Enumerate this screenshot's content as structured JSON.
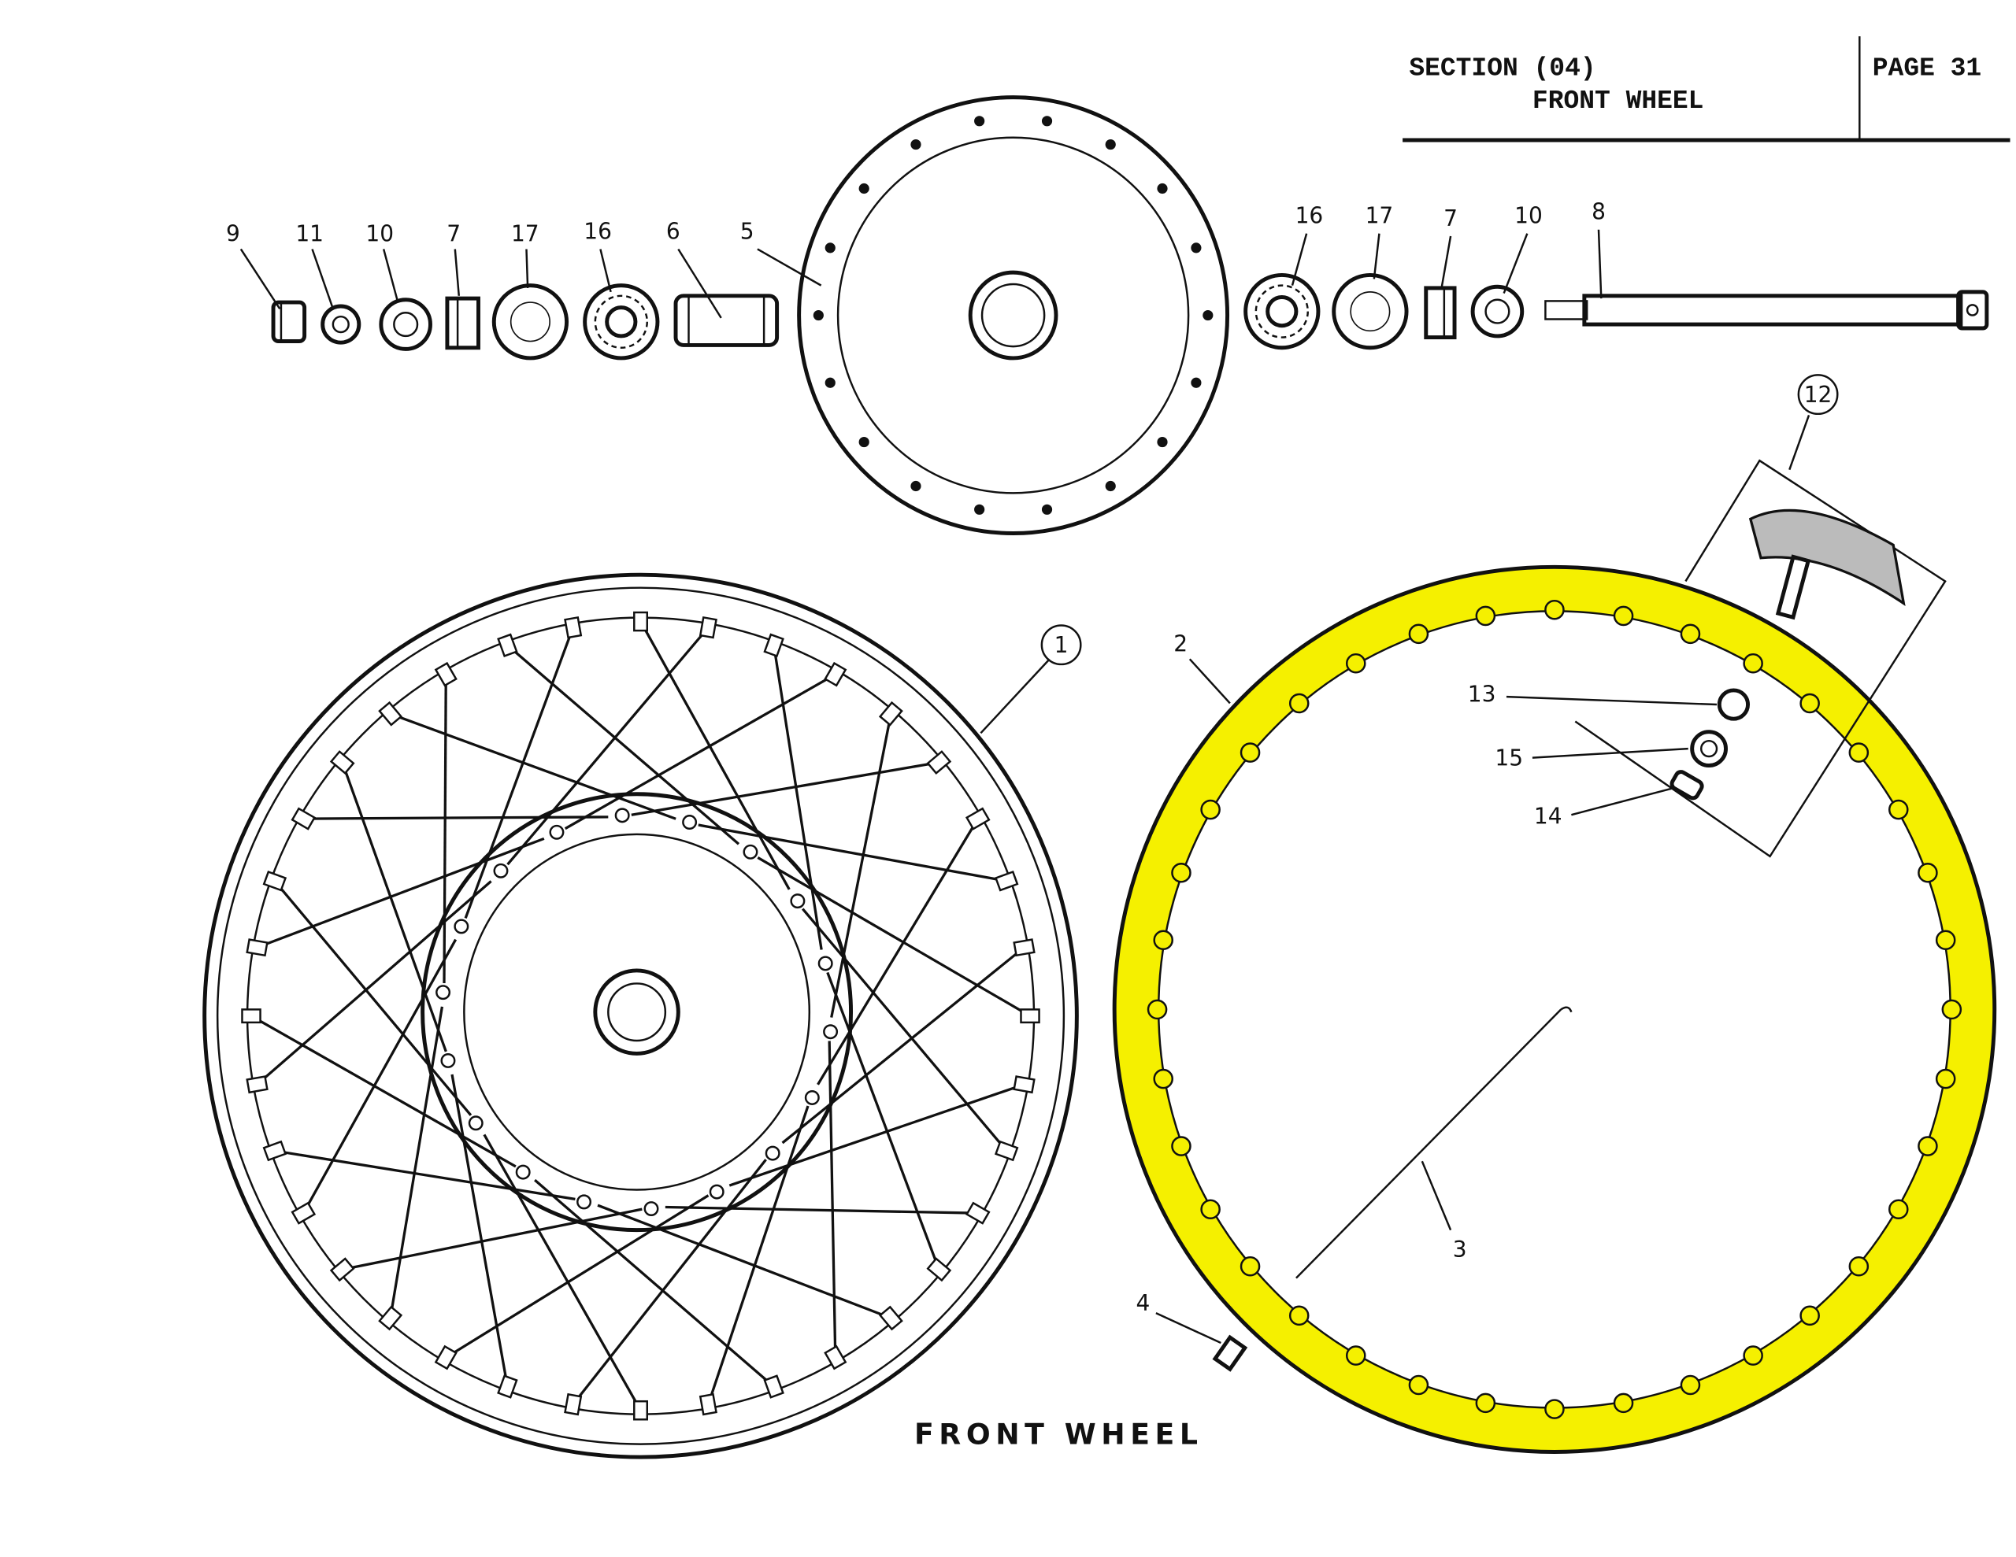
{
  "header": {
    "section": "SECTION (04)",
    "subtitle": "FRONT WHEEL",
    "page": "PAGE 31"
  },
  "caption": "FRONT WHEEL",
  "callouts": {
    "c9": "9",
    "c11": "11",
    "c10a": "10",
    "c7a": "7",
    "c17a": "17",
    "c16a": "16",
    "c6": "6",
    "c5": "5",
    "c16b": "16",
    "c17b": "17",
    "c7b": "7",
    "c10b": "10",
    "c8": "8",
    "c12": "12",
    "c1": "1",
    "c2": "2",
    "c13": "13",
    "c15": "15",
    "c14": "14",
    "c3": "3",
    "c4": "4"
  },
  "colors": {
    "highlight": "#f5f000",
    "ink": "#111111"
  }
}
